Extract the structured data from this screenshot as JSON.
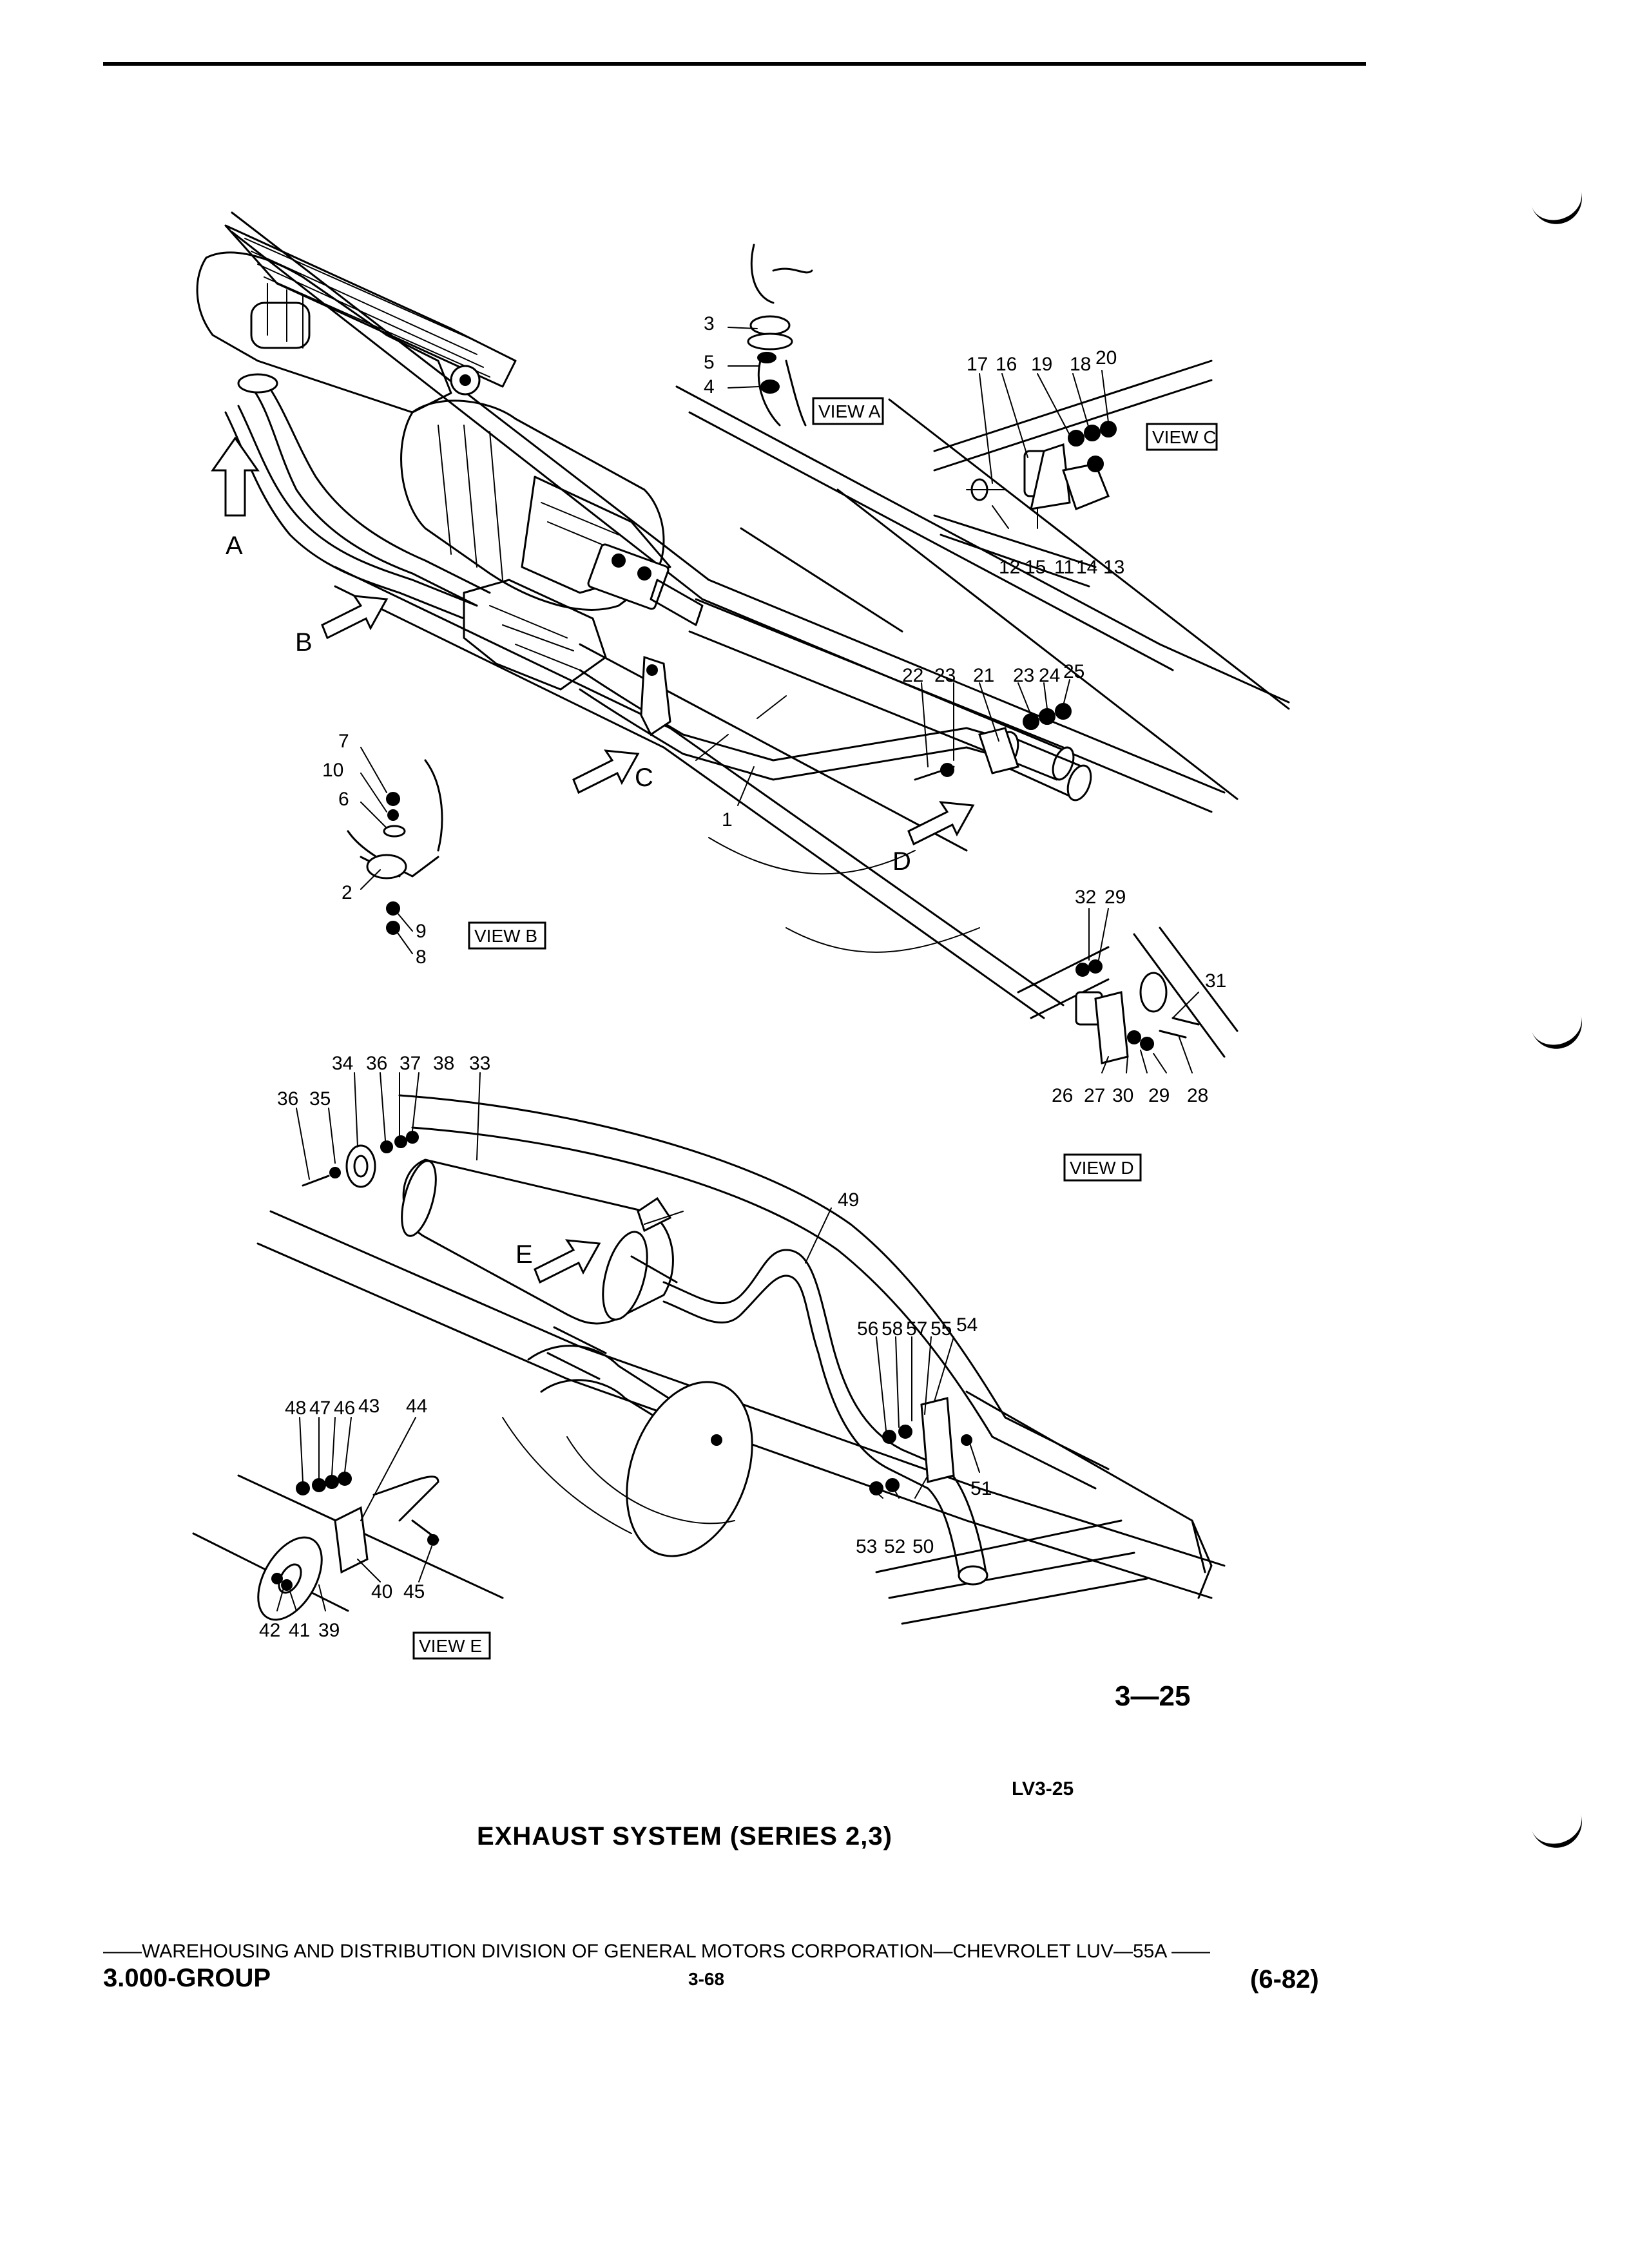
{
  "figure": {
    "number": "3—25",
    "ref_code": "LV3-25",
    "caption": "EXHAUST SYSTEM (SERIES 2,3)"
  },
  "footer": {
    "division_line": "——WAREHOUSING AND DISTRIBUTION  DIVISION OF GENERAL MOTORS CORPORATION—CHEVROLET LUV—55A  ——",
    "group": "3.000-GROUP",
    "page": "3-68",
    "date": "(6-82)"
  },
  "view_labels": {
    "a": "VIEW A",
    "b": "VIEW B",
    "c": "VIEW C",
    "d": "VIEW D",
    "e": "VIEW E"
  },
  "arrow_letters": {
    "a": "A",
    "b": "B",
    "c": "C",
    "d": "D",
    "e": "E"
  },
  "callouts": {
    "view_a": [
      "3",
      "5",
      "4"
    ],
    "view_c": [
      "17",
      "16",
      "19",
      "18",
      "20",
      "12",
      "15",
      "11",
      "14",
      "13"
    ],
    "main_tail": [
      "22",
      "23",
      "21",
      "23",
      "24",
      "25"
    ],
    "main_pipe": "1",
    "view_b": [
      "7",
      "10",
      "6",
      "2",
      "9",
      "8"
    ],
    "view_d": [
      "32",
      "29",
      "31",
      "26",
      "27",
      "30",
      "29",
      "28"
    ],
    "muffler": [
      "34",
      "36",
      "37",
      "38",
      "33",
      "35",
      "36"
    ],
    "tailpipe": [
      "49",
      "56",
      "58",
      "57",
      "55",
      "54",
      "51",
      "53",
      "52",
      "50"
    ],
    "view_e": [
      "48",
      "47",
      "46",
      "43",
      "44",
      "40",
      "45",
      "42",
      "41",
      "39"
    ]
  }
}
